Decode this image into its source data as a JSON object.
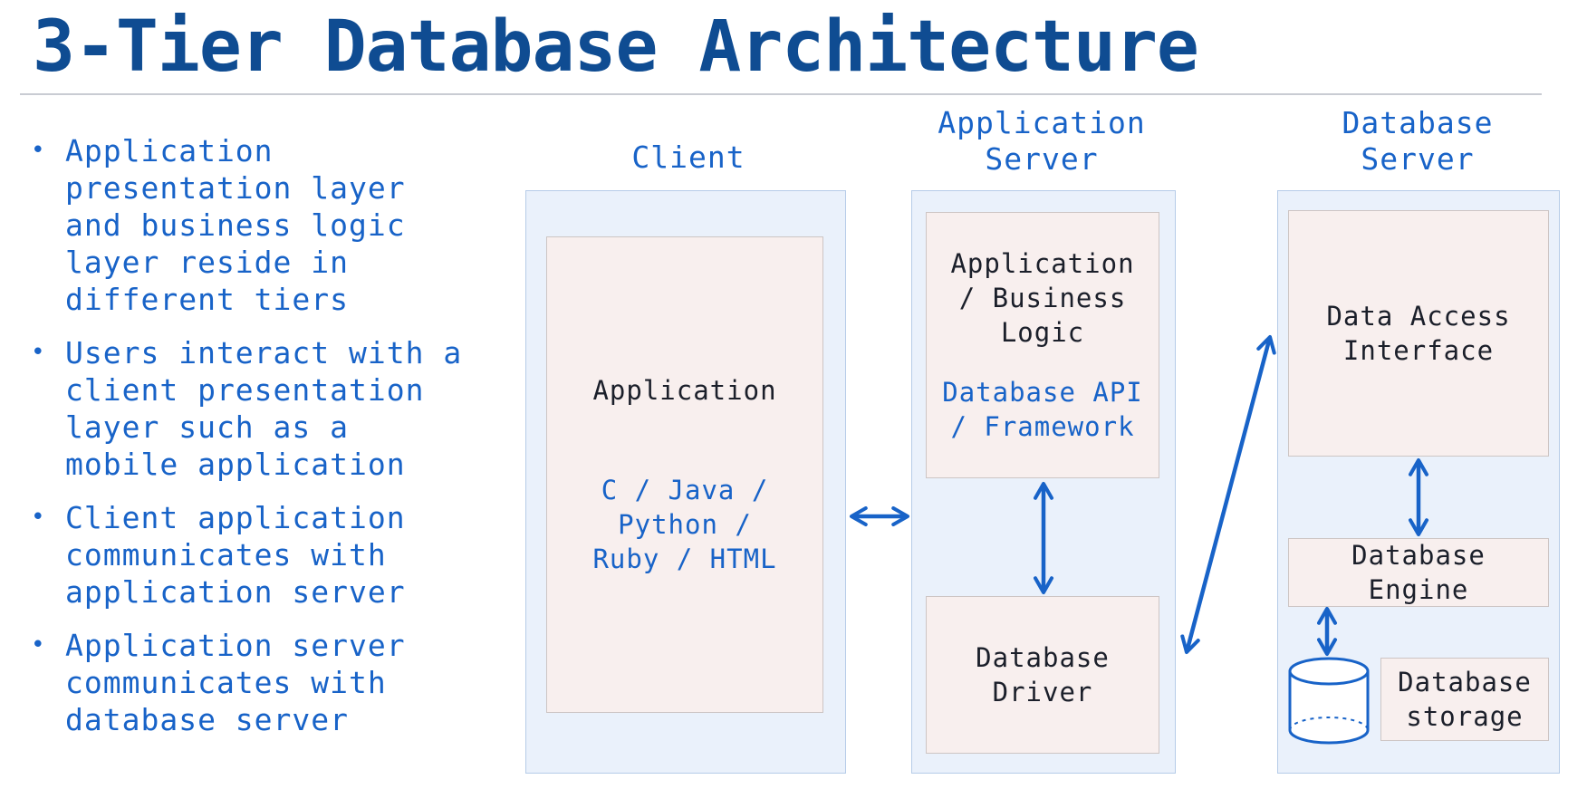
{
  "title": "3-Tier Database Architecture",
  "bullets": [
    "Application presentation layer and business logic layer reside in different tiers",
    "Users interact with a client presentation layer such as a mobile application",
    "Client application communicates with application server",
    "Application server communicates with database server"
  ],
  "diagram": {
    "client": {
      "label": "Client",
      "app_box": {
        "title": "Application",
        "languages_line1": "C / Java /",
        "languages_line2": "Python /",
        "languages_line3": "Ruby / HTML"
      }
    },
    "application_server": {
      "label_line1": "Application",
      "label_line2": "Server",
      "logic_box": {
        "title_line1": "Application",
        "title_line2": "/ Business",
        "title_line3": "Logic",
        "api_line1": "Database API",
        "api_line2": "/ Framework"
      },
      "driver_box": {
        "line1": "Database",
        "line2": "Driver"
      }
    },
    "database_server": {
      "label_line1": "Database",
      "label_line2": "Server",
      "access_box": {
        "line1": "Data Access",
        "line2": "Interface"
      },
      "engine_box": {
        "line1": "Database",
        "line2": "Engine"
      },
      "storage_box": {
        "line1": "Database",
        "line2": "storage"
      }
    },
    "colors": {
      "title": "#0f4c92",
      "accent": "#1863c8",
      "tier_fill": "#eaf1fb",
      "box_fill": "#f8efee"
    }
  }
}
